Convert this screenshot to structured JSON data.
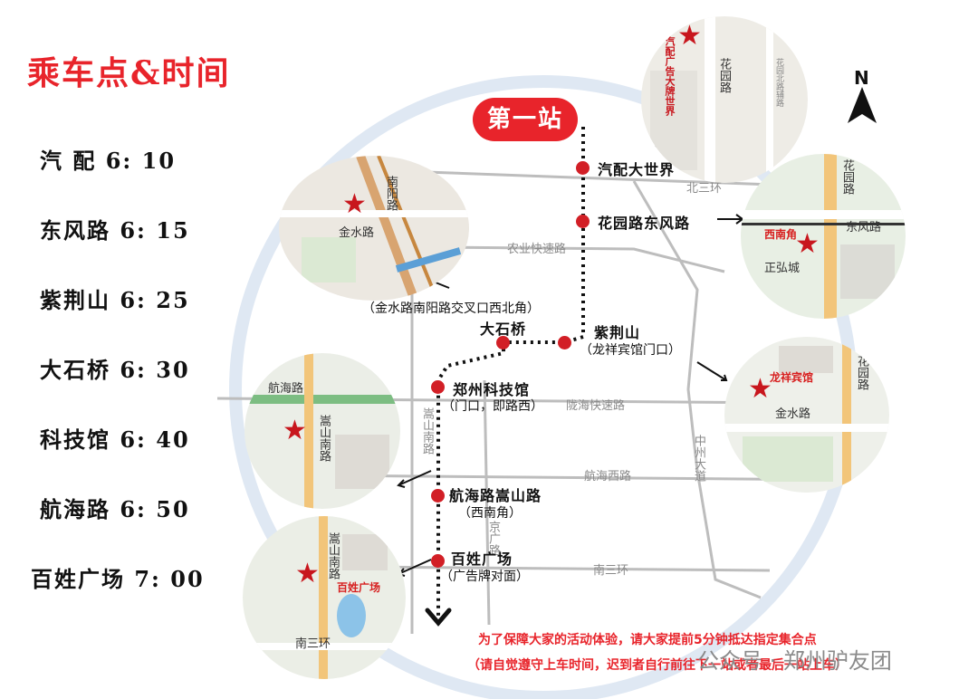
{
  "title": "乘车点&时间",
  "schedule": [
    {
      "label": "汽  配 6: 10"
    },
    {
      "label": "东风路 6: 15"
    },
    {
      "label": "紫荆山 6: 25"
    },
    {
      "label": "大石桥 6: 30"
    },
    {
      "label": "科技馆 6: 40"
    },
    {
      "label": "航海路 6: 50"
    },
    {
      "label": "百姓广场 7: 00"
    }
  ],
  "start_badge": "第一站",
  "north": "N",
  "stops": [
    {
      "name": "汽配大世界",
      "sub": ""
    },
    {
      "name": "花园路东风路",
      "sub": ""
    },
    {
      "name": "紫荆山",
      "sub": "（龙祥宾馆门口）"
    },
    {
      "name": "大石桥",
      "sub": ""
    },
    {
      "name": "郑州科技馆",
      "sub": "（门口，即路西）"
    },
    {
      "name": "航海路嵩山路",
      "sub": "（西南角）"
    },
    {
      "name": "百姓广场",
      "sub": "（广告牌对面）"
    }
  ],
  "roads": {
    "north3": "北三环",
    "nongye": "农业快速路",
    "longhai": "陇海快速路",
    "hanghai_w": "航海西路",
    "south3": "南三环",
    "songshan": "嵩山南路",
    "jingguang": "京广路",
    "zhongzhou": "中州大道"
  },
  "maps": {
    "qipei": {
      "star_label": "汽配广告大牌世界",
      "road": "花园路",
      "road2": "花园北路辅路"
    },
    "dongfeng": {
      "road_v": "花园路",
      "road_h": "东风路",
      "red": "西南角",
      "place": "正弘城"
    },
    "jinshui": {
      "road1": "金水路",
      "road2": "南阳路",
      "caption": "（金水路南阳路交叉口西北角）"
    },
    "longxiang": {
      "red": "龙祥宾馆",
      "road1": "金水路",
      "road2": "花园路"
    },
    "hanghai": {
      "road1": "航海路",
      "road2": "嵩山南路"
    },
    "baixing": {
      "road1": "嵩山南路",
      "red": "百姓广场",
      "road2": "南三环"
    }
  },
  "footer": {
    "line1": "为了保障大家的活动体验，请大家提前5分钟抵达指定集合点",
    "line2": "（请自觉遵守上车时间，迟到者自行前往下一站或者最后一站上车）"
  },
  "watermark": "公众号 · 郑州驴友团",
  "colors": {
    "accent": "#e8242b",
    "stop": "#d21f26"
  }
}
